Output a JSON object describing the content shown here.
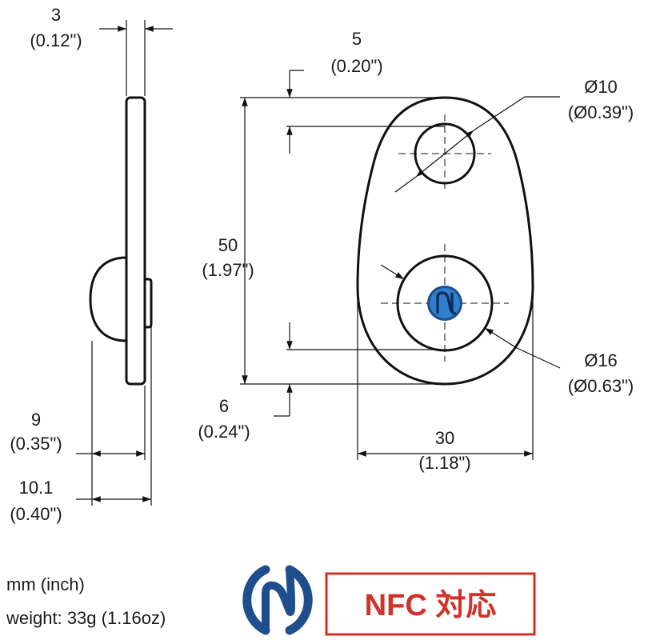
{
  "colors": {
    "line": "#111111",
    "text": "#1a1a1a",
    "nfc_blue": "#1f4e8c",
    "nfc_fill": "#2f7fd0",
    "badge_red": "#d1322a"
  },
  "dimensions": {
    "thickness": {
      "value": "3",
      "imperial": "(0.12\")"
    },
    "hole_offset_top": {
      "value": "5",
      "imperial": "(0.20\")"
    },
    "small_hole_diameter": {
      "value": "Ø10",
      "imperial": "(Ø0.39\")"
    },
    "height": {
      "value": "50",
      "imperial": "(1.97\")"
    },
    "large_hole_diameter": {
      "value": "Ø16",
      "imperial": "(Ø0.63\")"
    },
    "hole_offset_bottom": {
      "value": "6",
      "imperial": "(0.24\")"
    },
    "width": {
      "value": "30",
      "imperial": "(1.18\")"
    },
    "depth_inner": {
      "value": "9",
      "imperial": "(0.35\")"
    },
    "depth_total": {
      "value": "10.1",
      "imperial": "(0.40\")"
    }
  },
  "footer": {
    "units": "mm (inch)",
    "weight": "weight: 33g (1.16oz)",
    "badge": "NFC 対応"
  },
  "icons": {
    "nfc_logo": "nfc-icon"
  }
}
